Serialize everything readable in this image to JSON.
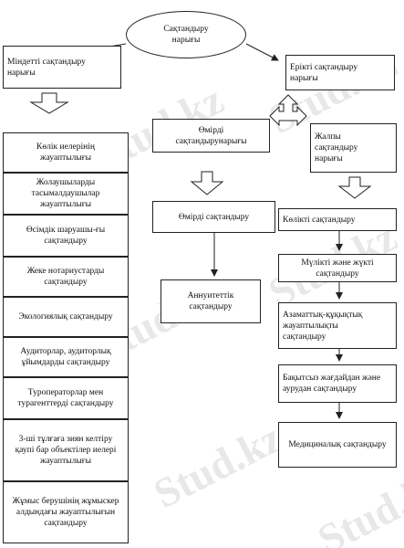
{
  "watermark": {
    "text": "Stud.kz"
  },
  "root": "Сақтандыру нарығы",
  "branches": {
    "mandatory": "Міндетті сақтандыру нарығы",
    "voluntary": "Ерікті сақтандыру нарығы",
    "life": "Өмірді сақтандырунарығы",
    "general": "Жалпы сақтандыру нарығы"
  },
  "mandatory_items": [
    "Көлік иелерінің жауаптылығы",
    "Жолаушыларды тасымалдаушылар жауаптылығы",
    "Өсімдік шаруашы-ғы сақтандыру",
    "Жеке нотариустарды сақтандыру",
    "Экологиялық сақтандыру",
    "Аудиторлар, аудиторлық ұйымдарды сақтандыру",
    "Туроператорлар мен турагенттерді сақтандыру",
    "3-ші тұлғаға зиян келтіру қаупі бар объектілер иелері жауаптылығы",
    "Жұмыс берушінің жұмыскер алдындағы жауаптылығын сақтандыру"
  ],
  "life_items": [
    "Өмірді сақтандыру",
    "Аннуитеттік сақтандыру"
  ],
  "general_items": [
    "Көлікті сақтандыру",
    "Мүлікті және жүкті сақтандыру",
    "Азаматтық-құқықтық жауаптылықты сақтандыру",
    "Бақытсыз жағдайдан және аурудан сақтандыру",
    "Медициналық сақтандыру"
  ]
}
